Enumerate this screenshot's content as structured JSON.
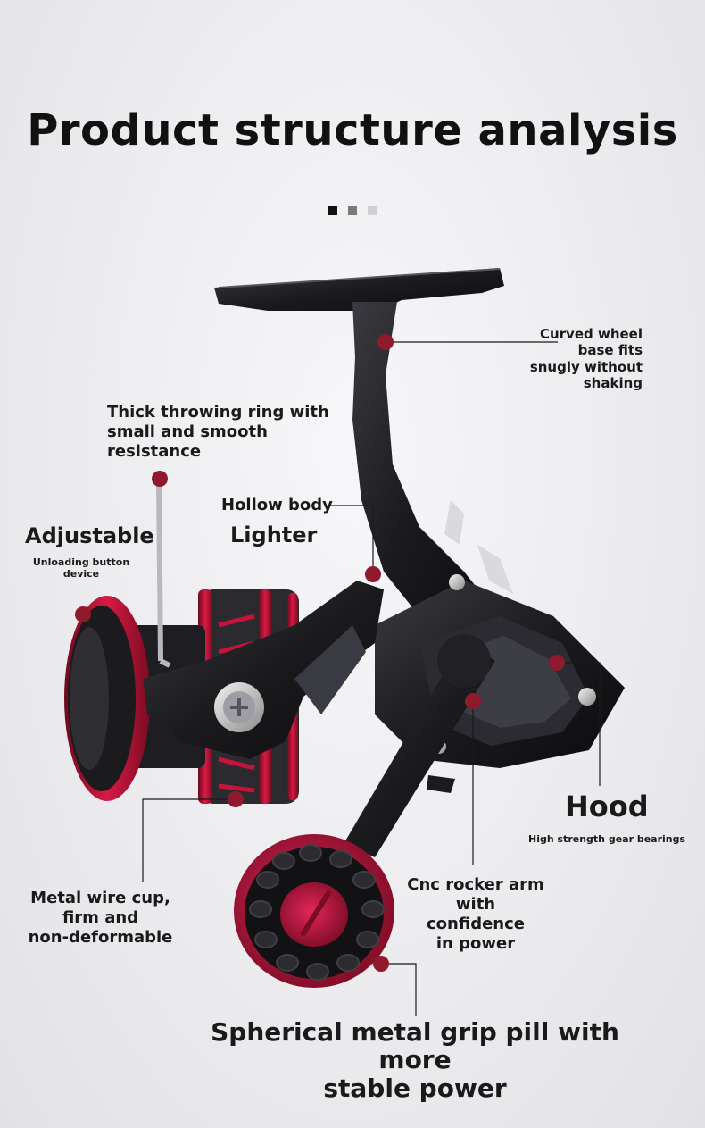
{
  "title": "Product structure analysis",
  "pagination": {
    "dot_colors": [
      "#111111",
      "#7a7a7a",
      "#cfcfd4"
    ]
  },
  "colors": {
    "accent": "#8e1a2c",
    "reel_red": "#c8123a",
    "reel_black": "#1b1b1e"
  },
  "labels": {
    "curved_wheel": [
      "Curved wheel",
      "base fits",
      "snugly without",
      "shaking"
    ],
    "throwing_ring": [
      "Thick throwing ring with",
      "small and smooth",
      "resistance"
    ],
    "hollow_body": "Hollow body",
    "lighter": "Lighter",
    "adjustable": "Adjustable",
    "unloading": [
      "Unloading button",
      "device"
    ],
    "hood": "Hood",
    "hood_sub": "High strength gear bearings",
    "wire_cup": [
      "Metal wire cup,",
      "firm and",
      "non-deformable"
    ],
    "cnc_arm": [
      "Cnc rocker arm",
      "with confidence",
      "in power"
    ],
    "grip": [
      "Spherical metal grip pill with more",
      "stable power"
    ]
  }
}
